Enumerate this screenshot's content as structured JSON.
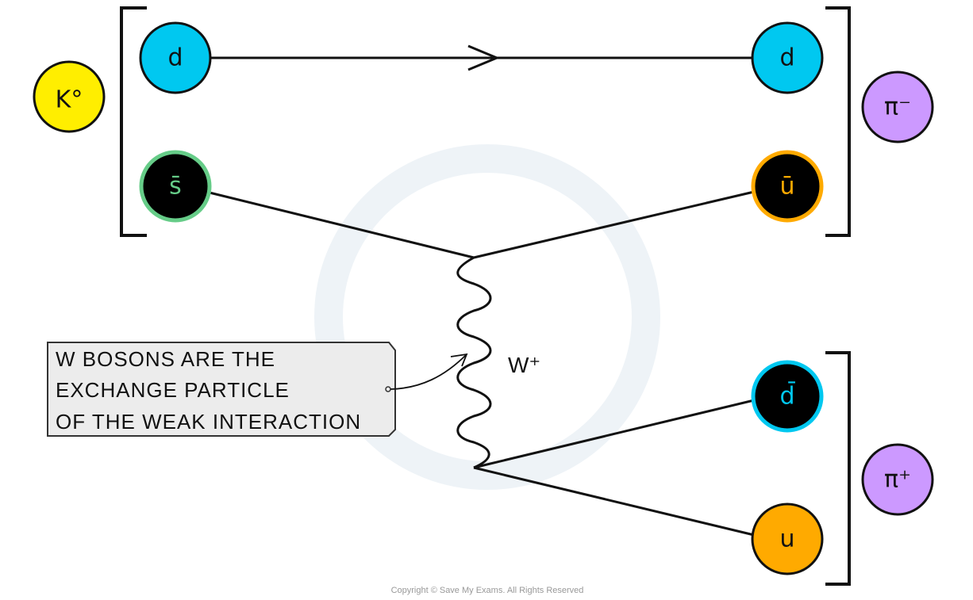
{
  "title_particles": {
    "kaon": {
      "label": "K°",
      "color": "#ffee00"
    },
    "pi_minus": {
      "label": "π⁻",
      "color": "#cc99ff"
    },
    "pi_plus": {
      "label": "π⁺",
      "color": "#cc99ff"
    }
  },
  "quarks": {
    "d_in": {
      "label": "d",
      "color": "#00c8f0"
    },
    "sbar_in": {
      "label": "s̄",
      "color": "#66cc88"
    },
    "d_out": {
      "label": "d",
      "color": "#00c8f0"
    },
    "ubar_out": {
      "label": "ū",
      "color": "#ffaa00"
    },
    "dbar_out": {
      "label": "d̄",
      "color": "#00c8f0"
    },
    "u_out": {
      "label": "u",
      "color": "#ffaa00"
    }
  },
  "boson_label": "W⁺",
  "callout": {
    "lines": [
      "W  BOSONS  ARE  THE",
      "EXCHANGE   PARTICLE",
      "OF  THE  WEAK  INTERACTION"
    ]
  },
  "copyright": "Copyright © Save My Exams. All Rights Reserved"
}
